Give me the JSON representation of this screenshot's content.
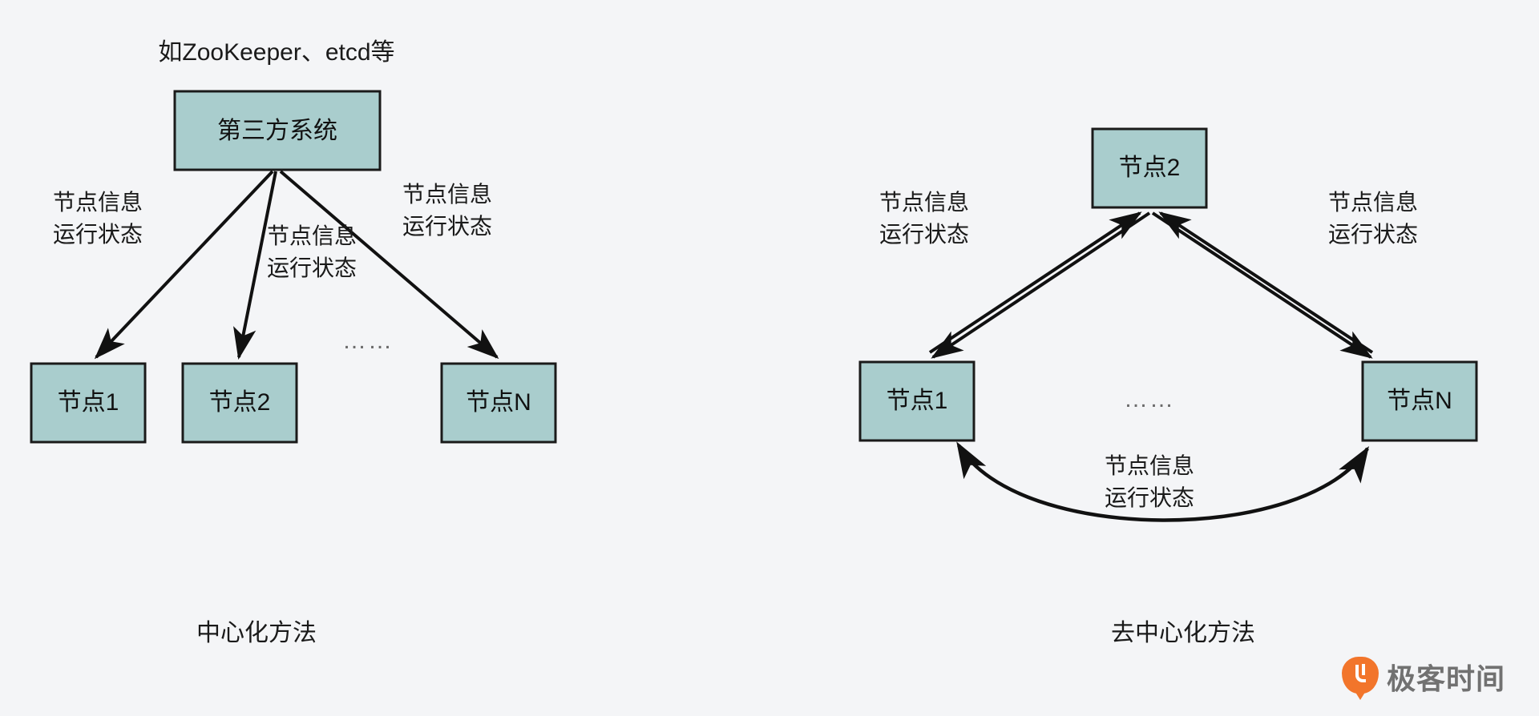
{
  "page": {
    "background_color": "#f4f5f7",
    "box_fill_color": "#a9cdcd",
    "box_stroke_color": "#1a1a1a",
    "text_color": "#1a1a1a"
  },
  "left_panel": {
    "title": "如ZooKeeper、etcd等",
    "caption": "中心化方法",
    "hub": {
      "label": "第三方系统"
    },
    "nodes": [
      {
        "label": "节点1"
      },
      {
        "label": "节点2"
      },
      {
        "label": "节点N"
      }
    ],
    "ellipsis": "……",
    "edge_labels": [
      {
        "line1": "节点信息",
        "line2": "运行状态"
      },
      {
        "line1": "节点信息",
        "line2": "运行状态"
      },
      {
        "line1": "节点信息",
        "line2": "运行状态"
      }
    ]
  },
  "right_panel": {
    "caption": "去中心化方法",
    "top_node": {
      "label": "节点2"
    },
    "nodes": [
      {
        "label": "节点1"
      },
      {
        "label": "节点N"
      }
    ],
    "ellipsis": "……",
    "edge_labels": [
      {
        "line1": "节点信息",
        "line2": "运行状态"
      },
      {
        "line1": "节点信息",
        "line2": "运行状态"
      },
      {
        "line1": "节点信息",
        "line2": "运行状态"
      }
    ]
  },
  "watermark": {
    "text": "极客时间",
    "logo_color": "#f26f21",
    "text_color": "#6a6a6a"
  }
}
